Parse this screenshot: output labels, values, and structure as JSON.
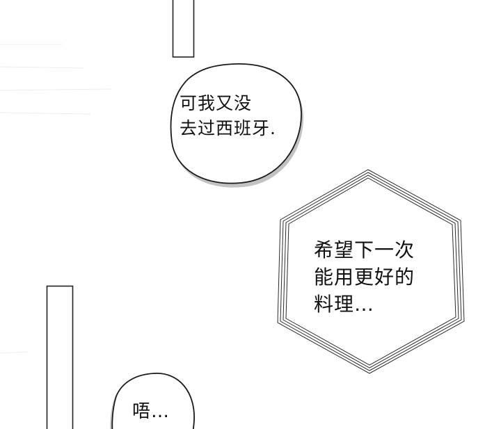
{
  "bubbles": {
    "speech_top": {
      "lines": "可我又没\n去过西班牙."
    },
    "thought_hex": {
      "lines": "希望下一次\n能用更好的\n料理…"
    },
    "speech_bottom": {
      "lines": "唔…"
    }
  },
  "colors": {
    "background": "#ffffff",
    "ink": "#111111",
    "shadow": "#bdbdbd"
  }
}
